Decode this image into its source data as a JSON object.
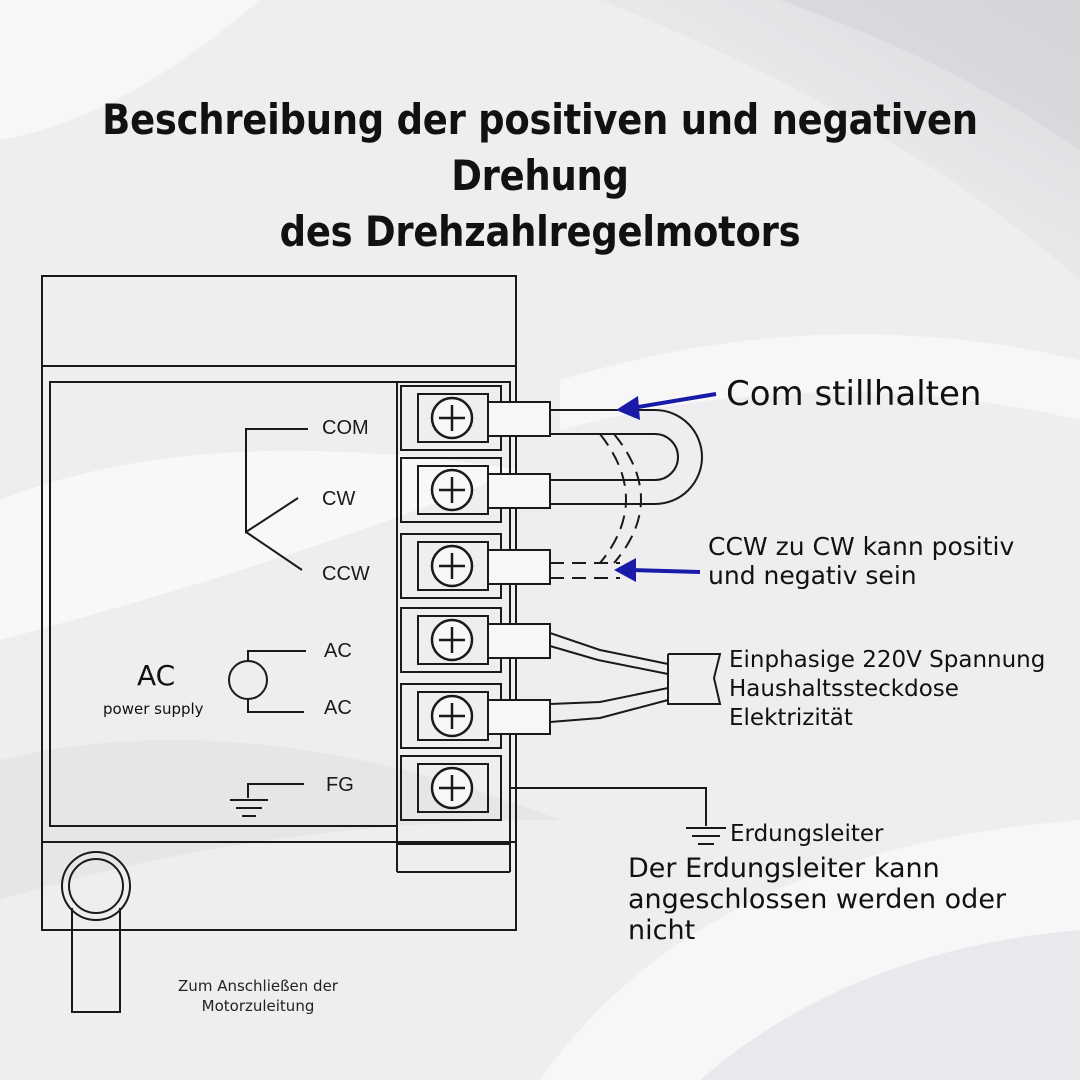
{
  "title": {
    "line1": "Beschreibung der positiven und negativen Drehung",
    "line2": "des Drehzahlregelmotors"
  },
  "terminals": {
    "com": "COM",
    "cw": "CW",
    "ccw": "CCW",
    "ac1": "AC",
    "ac2": "AC",
    "fg": "FG"
  },
  "power": {
    "label": "AC",
    "sublabel": "power supply"
  },
  "annotations": {
    "com_hold": "Com stillhalten",
    "ccw_cw": {
      "line1": "CCW zu CW kann positiv",
      "line2": "und negativ sein"
    },
    "mains": {
      "line1": "Einphasige 220V Spannung",
      "line2": "Haushaltssteckdose",
      "line3": "Elektrizität"
    },
    "ground": "Erdungsleiter",
    "ground_note": {
      "line1": "Der Erdungsleiter kann",
      "line2": "angeschlossen werden oder",
      "line3": "nicht"
    },
    "motor_lead": {
      "line1": "Zum Anschließen der",
      "line2": "Motorzuleitung"
    }
  },
  "colors": {
    "arrow": "#1a1aa8",
    "line": "#1a1a1a",
    "background": "#efeff1"
  },
  "icons": [
    "screw-terminal-icon",
    "ground-symbol-icon",
    "ac-source-icon",
    "arrow-left-icon"
  ]
}
